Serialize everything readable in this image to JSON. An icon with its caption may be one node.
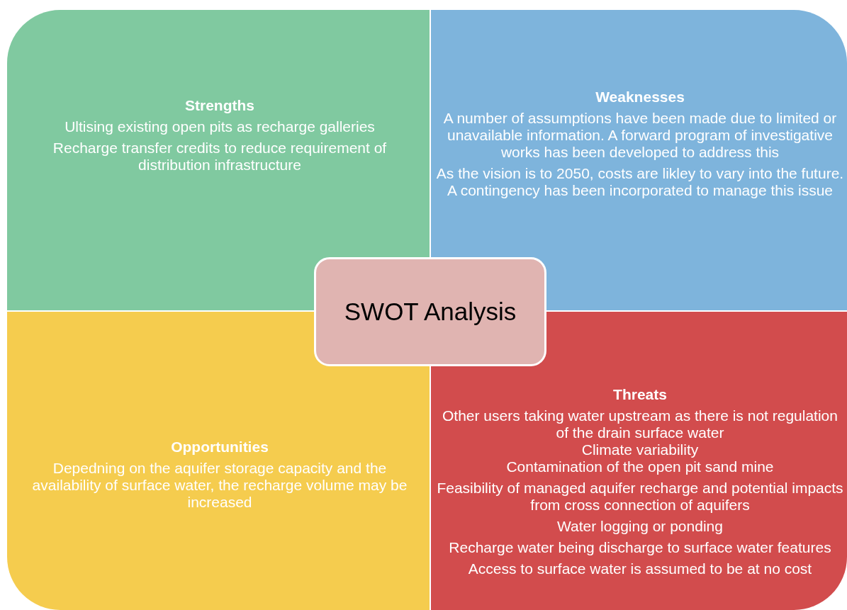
{
  "diagram": {
    "nodes": [
      {
        "text": [
          "Strengths",
          "Ultising existing open pits as recharge galleries",
          "Recharge transfer credits to reduce requirement of distribution infrastructure"
        ]
      },
      {
        "text": [
          "Weaknesses",
          "A number of assumptions have been made due to limited or unavailable information. A forward program of investigative works has been developed to address this",
          "As the vision is to 2050, costs are likley to vary into the future. A contingency has been incorporated to manage this issue"
        ]
      },
      {
        "text": [
          "SWOT Analysis"
        ]
      },
      {
        "text": [
          "Opportunities",
          "Depedning on the aquifer storage capacity and the availability of surface water, the recharge volume may be increased"
        ]
      },
      {
        "text": [
          "Threats",
          "Other users taking water upstream as there is not regulation of the drain surface water",
          "Climate variability",
          "Contamination of the open pit sand mine",
          "Feasibility of managed aquifer recharge and potential impacts from cross connection of aquifers",
          "Water logging or ponding",
          "Recharge water being discharge to surface water features",
          "Access to surface water is assumed to be at no cost"
        ]
      }
    ],
    "edges": []
  }
}
